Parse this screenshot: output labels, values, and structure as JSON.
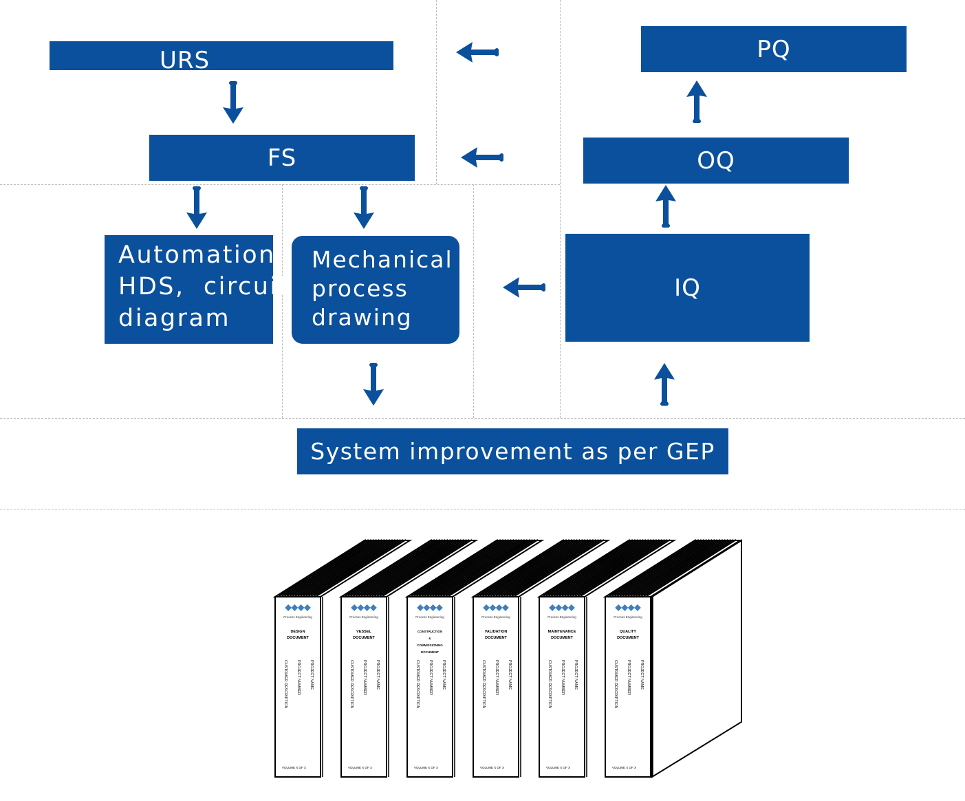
{
  "diagram": {
    "urs": "URS",
    "fs": "FS",
    "automation": [
      "Automation",
      "HDS,  circuit",
      "diagram"
    ],
    "mechanical": [
      "Mechanical",
      "process",
      "drawing"
    ],
    "iq": "IQ",
    "oq": "OQ",
    "pq": "PQ",
    "system_improvement": "System improvement as per GEP"
  },
  "binders": {
    "logo_subtitle": "Process  Engineering",
    "volume_label": "VOLUME  X  OF  X",
    "items": [
      {
        "title": [
          "DESIGN",
          "DOCUMENT"
        ],
        "fields": [
          "PROJECT NAME",
          "PROJECT NUMBER",
          "CUSTOMER DESCRIPTION"
        ]
      },
      {
        "title": [
          "VESSEL",
          "DOCUMENT"
        ],
        "fields": [
          "PROJECT NAME",
          "PROJECT NUMBER",
          "CUSTOMER DESCRIPTION"
        ]
      },
      {
        "title": [
          "CONSTRUCTION",
          "&",
          "COMMISSIONING",
          "DOCUMENT"
        ],
        "fields": [
          "PROJECT NAME",
          "PROJECT NUMBER",
          "CUSTOMER DESCRIPTION"
        ]
      },
      {
        "title": [
          "VALIDATION",
          "DOCUMENT"
        ],
        "fields": [
          "PROJECT NAME",
          "PROJECT NUMBER",
          "CUSTOMER DESCRIPTION"
        ]
      },
      {
        "title": [
          "MAINTENANCE",
          "DOCUMENT"
        ],
        "fields": [
          "PROJECT NAME",
          "PROJECT NUMBER",
          "CUSTOMER DESCRIPTION"
        ]
      },
      {
        "title": [
          "QUALITY",
          "DOCUMENT"
        ],
        "fields": [
          "PROJECT NAME",
          "PROJECT NUMBER",
          "CUSTOMER DESCRIPTION"
        ]
      }
    ]
  },
  "colors": {
    "box": "#0b509c",
    "arrow": "#0b509c",
    "logo": "#3f7fbf"
  }
}
